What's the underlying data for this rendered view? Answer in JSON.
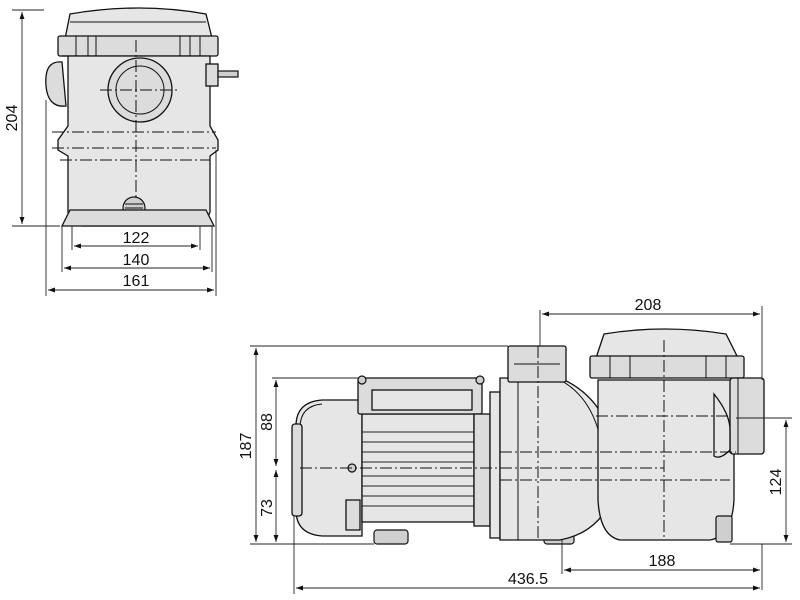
{
  "dimensions": {
    "top_view": {
      "height_204": "204",
      "width_122": "122",
      "width_140": "140",
      "width_161": "161"
    },
    "side_view": {
      "length_208": "208",
      "height_187": "187",
      "height_88": "88",
      "height_73": "73",
      "height_124": "124",
      "length_188": "188",
      "length_436_5": "436.5"
    }
  },
  "colors": {
    "body_fill": "#e6e6e6",
    "line": "#111111"
  }
}
